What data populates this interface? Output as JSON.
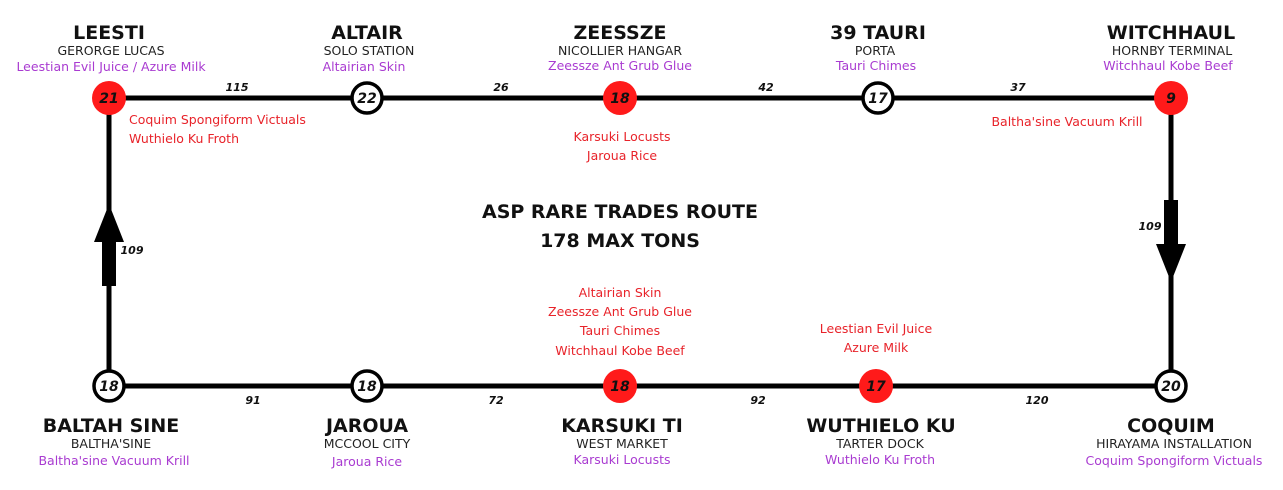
{
  "route": {
    "title_line1": "ASP RARE TRADES ROUTE",
    "title_line2": "178 MAX TONS"
  },
  "colors": {
    "sell_node": "#ff1a1a",
    "normal_node": "#ffffff",
    "commodity": "#a93bd1",
    "sell_text": "#e8232a",
    "line": "#000000"
  },
  "systems": [
    {
      "name": "LEESTI",
      "station": "GERORGE LUCAS",
      "commodity": "Leestian Evil Juice / Azure Milk",
      "number": "21",
      "sell": true,
      "sell_list": [
        "Coquim Spongiform Victuals",
        "Wuthielo Ku Froth"
      ]
    },
    {
      "name": "ALTAIR",
      "station": "SOLO STATION",
      "commodity": "Altairian Skin",
      "number": "22",
      "sell": false,
      "sell_list": []
    },
    {
      "name": "ZEESSZE",
      "station": "NICOLLIER HANGAR",
      "commodity": "Zeessze Ant Grub Glue",
      "number": "18",
      "sell": true,
      "sell_list": [
        "Karsuki Locusts",
        "Jaroua Rice"
      ]
    },
    {
      "name": "39 TAURI",
      "station": "PORTA",
      "commodity": "Tauri Chimes",
      "number": "17",
      "sell": false,
      "sell_list": []
    },
    {
      "name": "WITCHHAUL",
      "station": "HORNBY TERMINAL",
      "commodity": "Witchhaul Kobe Beef",
      "number": "9",
      "sell": true,
      "sell_list": [
        "Baltha'sine Vacuum Krill"
      ]
    },
    {
      "name": "BALTAH SINE",
      "station": "BALTHA'SINE",
      "commodity": "Baltha'sine Vacuum Krill",
      "number": "18",
      "sell": false,
      "sell_list": []
    },
    {
      "name": "JAROUA",
      "station": "MCCOOL CITY",
      "commodity": "Jaroua Rice",
      "number": "18",
      "sell": false,
      "sell_list": []
    },
    {
      "name": "KARSUKI TI",
      "station": "WEST MARKET",
      "commodity": "Karsuki Locusts",
      "number": "18",
      "sell": true,
      "sell_list": [
        "Altairian Skin",
        "Zeessze Ant Grub Glue",
        "Tauri Chimes",
        "Witchhaul Kobe Beef"
      ]
    },
    {
      "name": "WUTHIELO KU",
      "station": "TARTER DOCK",
      "commodity": "Wuthielo Ku Froth",
      "number": "17",
      "sell": true,
      "sell_list": [
        "Leestian Evil Juice",
        "Azure Milk"
      ]
    },
    {
      "name": "COQUIM",
      "station": "HIRAYAMA INSTALLATION",
      "commodity": "Coquim Spongiform Victuals",
      "number": "20",
      "sell": false,
      "sell_list": []
    }
  ],
  "distances": {
    "top": [
      "115",
      "26",
      "42",
      "37"
    ],
    "right": "109",
    "bottom": [
      "91",
      "72",
      "92",
      "120"
    ],
    "left": "109"
  }
}
